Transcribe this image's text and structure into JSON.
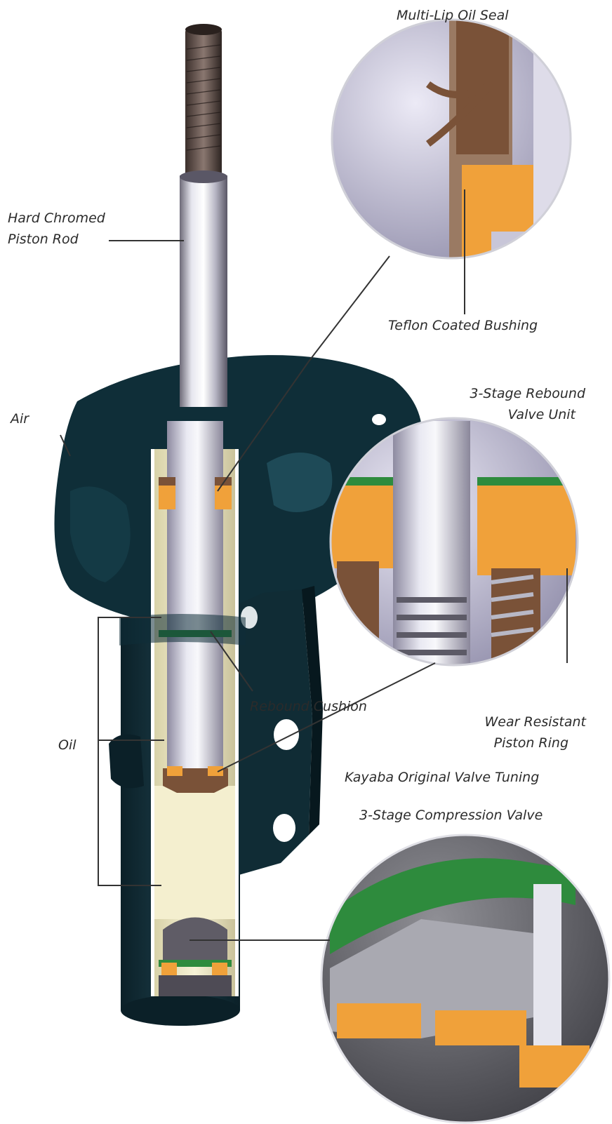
{
  "labels": {
    "multi_lip_oil_seal": "Multi-Lip Oil Seal",
    "hard_chromed_l1": "Hard Chromed",
    "hard_chromed_l2": "Piston Rod",
    "teflon_bushing": "Teflon Coated Bushing",
    "rebound_valve_l1": "3-Stage Rebound",
    "rebound_valve_l2": "Valve Unit",
    "air": "Air",
    "rebound_cushion": "Rebound Cushion",
    "wear_ring_l1": "Wear Resistant",
    "wear_ring_l2": "Piston Ring",
    "oil": "Oil",
    "valve_tuning": "Kayaba Original Valve Tuning",
    "compression_valve": "3-Stage Compression Valve"
  },
  "colors": {
    "mount": "#0f2e38",
    "rod": "#c9c9d6",
    "oil": "#f2edc8",
    "seal": "#f0a13a",
    "seal_brown": "#7a5238",
    "valve_green": "#2e8b3d",
    "label": "#2b2b2b"
  }
}
